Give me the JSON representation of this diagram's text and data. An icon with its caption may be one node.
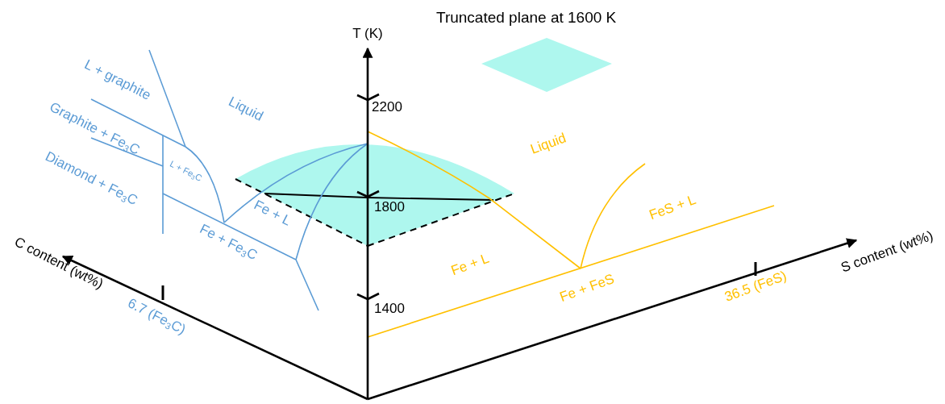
{
  "diagram": {
    "labels": [
      "T (K)",
      "2200",
      "1800",
      "1400",
      "L + graphite",
      "Graphite + Fe$_{3}$C",
      "Diamond + Fe$_{3}$C",
      "Liquid",
      "L + Fe$_{3}$C",
      "Fe + L",
      "Fe + Fe$_{3}$C",
      "C content (wt%)",
      "6.7 (Fe$_{3}$C)",
      "Liquid",
      "FeS + L",
      "Fe + L",
      "Fe + FeS",
      "36.5 (FeS)",
      "S content (wt%)"
    ],
    "legend": [
      {
        "text": "Truncated plane at 1600 K",
        "color": "#aef7ee"
      }
    ]
  }
}
